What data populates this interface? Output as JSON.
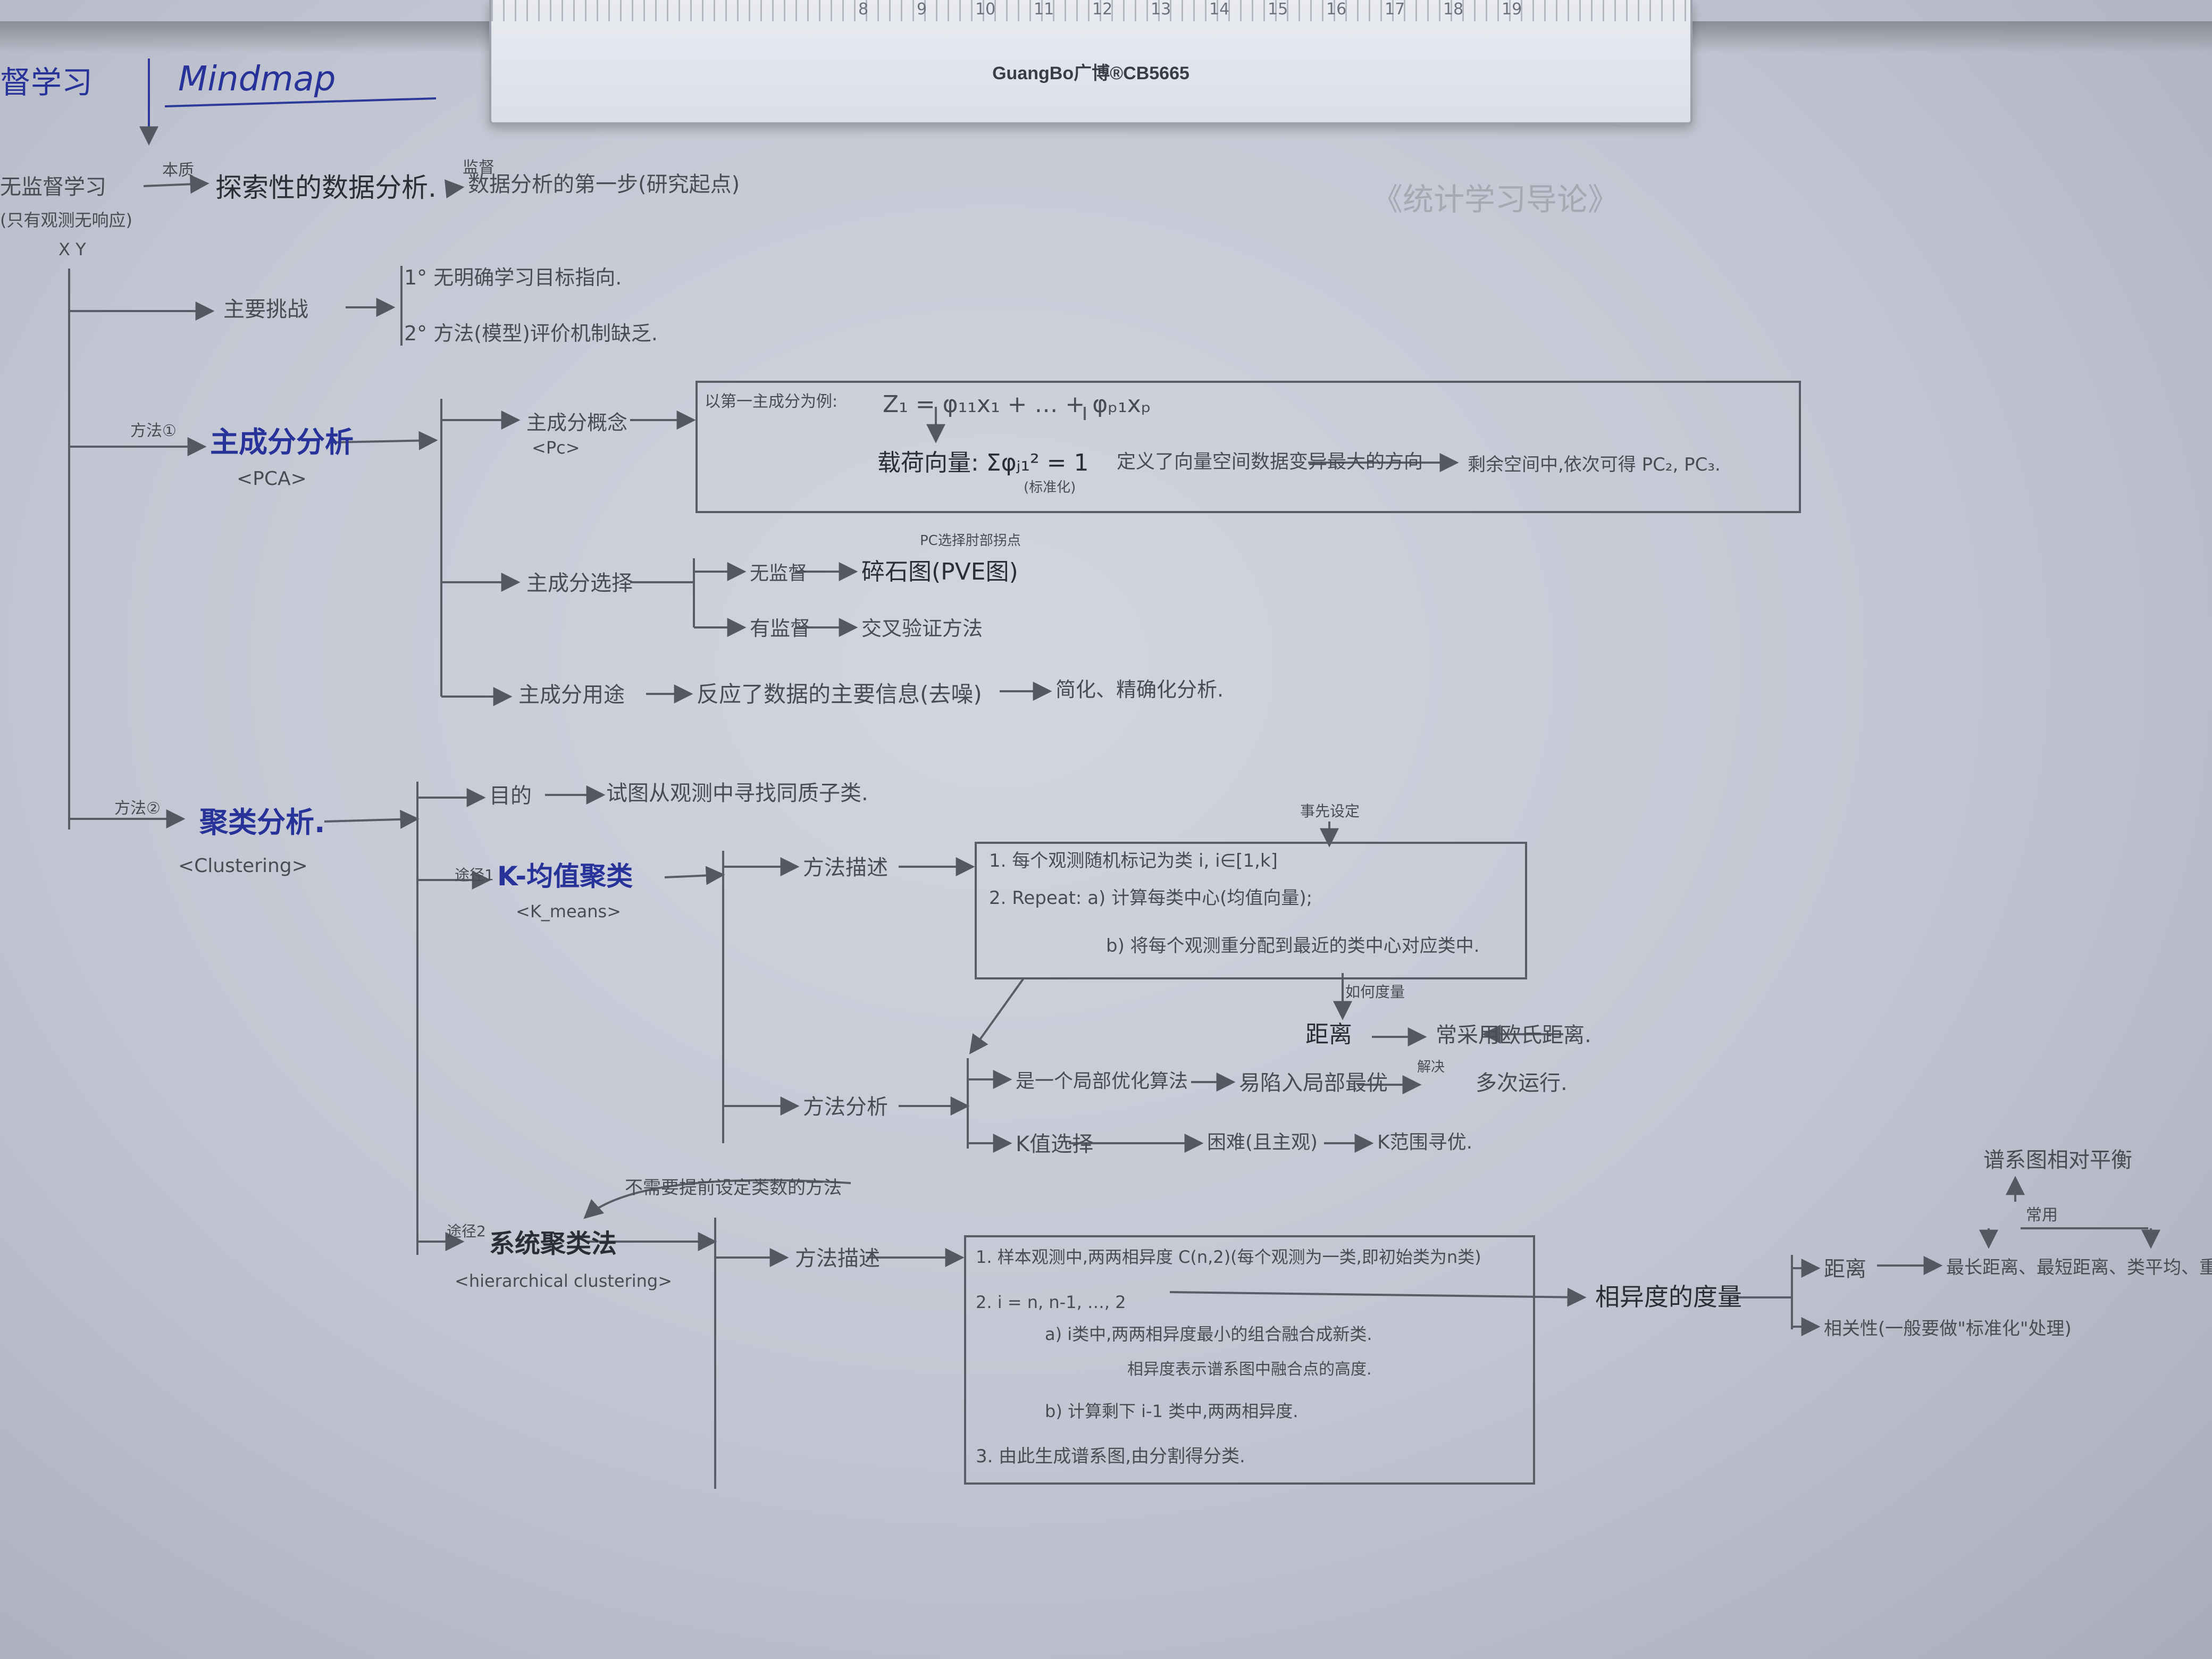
{
  "ruler": {
    "brand": "GuangBo广博®CB5665",
    "ticks": [
      "8",
      "9",
      "10",
      "11",
      "12",
      "13",
      "14",
      "15",
      "16",
      "17",
      "18",
      "19"
    ]
  },
  "header": {
    "left": "督学习",
    "right": "Mindmap"
  },
  "root": {
    "title": "无监督学习",
    "subtitle": "(只有观测无响应)",
    "xy": "X   Y",
    "rel": "本质",
    "eda": "探索性的数据分析.",
    "step_rel": "监督",
    "step": "数据分析的第一步(研究起点)",
    "challenge": "主要挑战",
    "c1": "1° 无明确学习目标指向.",
    "c2": "2° 方法(模型)评价机制缺乏.",
    "m1_label": "方法①",
    "m2_label": "方法②",
    "ghost": "《统计学习导论》"
  },
  "pca": {
    "title": "主成分分析",
    "abbr": "<PCA>",
    "concept": "主成分概念",
    "concept_abbr": "<Pc>",
    "def_prefix": "以第一主成分为例:",
    "formula": "Z₁ = φ₁₁x₁ + … + φₚ₁xₚ",
    "loading": "载荷向量: Σφⱼ₁² = 1",
    "norm": "(标准化)",
    "meaning": "定义了向量空间数据变异最大的方向",
    "next": "剩余空间中,依次可得 PC₂, PC₃.",
    "select": "主成分选择",
    "unsup": "无监督",
    "scree": "碎石图(PVE图)",
    "scree_note": "PC选择肘部拐点",
    "sup": "有监督",
    "cv": "交叉验证方法",
    "use": "主成分用途",
    "use_mid": "反应了数据的主要信息(去噪)",
    "use_end": "简化、精确化分析."
  },
  "clustering": {
    "title": "聚类分析.",
    "abbr": "<Clustering>",
    "goal_label": "目的",
    "goal": "试图从观测中寻找同质子类.",
    "km_rel": "途径1",
    "km_title": "K-均值聚类",
    "km_abbr": "<K_means>",
    "km_desc": "方法描述",
    "km_pre": "事先设定",
    "km_step1": "1. 每个观测随机标记为类 i, i∈[1,k]",
    "km_step2": "2. Repeat:  a) 计算每类中心(均值向量);",
    "km_step2b": "b) 将每个观测重分配到最近的类中心对应类中.",
    "measure": "如何度量",
    "distance": "距离",
    "euclid": "常采用欧氏距离.",
    "analysis": "方法分析",
    "local": "是一个局部优化算法",
    "trap": "易陷入局部最优",
    "fix": "解决",
    "multi": "多次运行.",
    "kchoice": "K值选择",
    "kfix": "困难(且主观)",
    "krange": "K范围寻优.",
    "hc_note": "不需要提前设定类数的方法",
    "hc_rel": "途径2",
    "hc_title": "系统聚类法",
    "hc_abbr": "<hierarchical clustering>",
    "hc_desc": "方法描述",
    "hc_step1": "1. 样本观测中,两两相异度 C(n,2)(每个观测为一类,即初始类为n类)",
    "hc_step2": "2. i = n, n-1, …, 2",
    "hc_step2a": "a) i类中,两两相异度最小的组合融合成新类.",
    "hc_step2a2": "相异度表示谱系图中融合点的高度.",
    "hc_step2b": "b) 计算剩下 i-1 类中,两两相异度.",
    "hc_step3": "3. 由此生成谱系图,由分割得分类.",
    "dissim": "相异度的度量",
    "dist": "距离",
    "dist_types": "最长距离、最短距离、类平均、重",
    "corr": "相关性(一般要做\"标准化\"处理)",
    "pedigree": "谱系图相对平衡",
    "common": "常用"
  },
  "colors": {
    "ink": "#4a4c55",
    "blue_ink": "#28339a",
    "paper": "#c9ccd7"
  }
}
